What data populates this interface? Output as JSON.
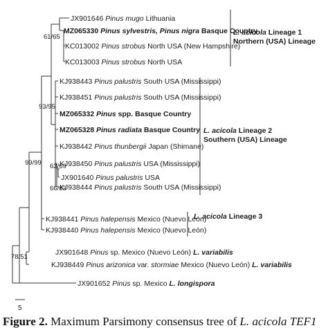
{
  "tree": {
    "leaves": {
      "jx901646": {
        "acc": "JX901646",
        "sp": "Pinus mugo",
        "loc": "Lithuania",
        "bold": false
      },
      "mz065330": {
        "acc": "MZ065330",
        "sp": "Pinus sylvestris, Pinus nigra",
        "loc": "Basque Country",
        "bold": true
      },
      "kc013002": {
        "acc": "KC013002",
        "sp": "Pinus strobus",
        "loc": "North USA (New Hampshire)",
        "bold": false
      },
      "kc013003": {
        "acc": "KC013003",
        "sp": "Pinus strobus",
        "loc": "North USA",
        "bold": false
      },
      "kj938443": {
        "acc": "KJ938443",
        "sp": "Pinus palustris",
        "loc": "South USA (Mississippi)",
        "bold": false
      },
      "kj938451": {
        "acc": "KJ938451",
        "sp": "Pinus palustris",
        "loc": "South USA (Mississippi)",
        "bold": false
      },
      "mz065332": {
        "acc": "MZ065332",
        "sp": "Pinus",
        "loc": "spp. Basque Country",
        "bold": true
      },
      "mz065328": {
        "acc": "MZ065328",
        "sp": "Pinus radiata",
        "loc": "Basque Country",
        "bold": true
      },
      "kj938442": {
        "acc": "KJ938442",
        "sp": "Pinus thunbergii",
        "loc": "Japan (Shimane)",
        "bold": false
      },
      "kj938450": {
        "acc": "KJ938450",
        "sp": "Pinus palustris",
        "loc": "USA  (Mississippi)",
        "bold": false
      },
      "jx901640": {
        "acc": "JX901640",
        "sp": "Pinus palustris",
        "loc": "USA",
        "bold": false
      },
      "kj938444": {
        "acc": "KJ938444",
        "sp": "Pinus palustris",
        "loc": "South USA (Mississippi)",
        "bold": false
      },
      "kj938441": {
        "acc": "KJ938441",
        "sp": "Pinus halepensis",
        "loc": "Mexico (Nuevo León)",
        "bold": false
      },
      "kj938440": {
        "acc": "KJ938440",
        "sp": "Pinus halepensis",
        "loc": "Mexico (Nuevo León)",
        "bold": false
      },
      "jx901648": {
        "acc": "JX901648",
        "sp": "Pinus",
        "loc": "sp. Mexico (Nuevo León)",
        "bold": false,
        "label_i": "L. variabilis"
      },
      "kj938449": {
        "acc": "KJ938449",
        "sp": "Pinus arizonica",
        "mid": "var.",
        "sp2": "stormiae",
        "loc": "Mexico (Nuevo León)",
        "bold": false,
        "label_i": "L. variabilis"
      },
      "jx901652": {
        "acc": "JX901652",
        "sp": "Pinus",
        "loc": "sp. Mexico",
        "bold": false,
        "label_i": "L. longispora"
      }
    },
    "support": {
      "n6165": "61/65",
      "n9395": "93/95",
      "n9999": "99/99",
      "n6369": "63/69",
      "n6663": "66/63",
      "n7851": "78/51"
    },
    "lineages": {
      "l1": {
        "sp": "L. acicola",
        "rest": "Lineage 1",
        "line2": "Northern (USA) Lineage"
      },
      "l2": {
        "sp": "L. acicola",
        "rest": "Lineage 2",
        "line2": "Southern (USA)  Lineage"
      },
      "l3": {
        "sp": "L. acicola",
        "rest": "Lineage 3"
      }
    },
    "scale": "5"
  },
  "caption": {
    "label": "Figure 2.",
    "text": "Maximum Parsimony consensus tree of",
    "species": "L. acicola",
    "gene": "TEF1"
  }
}
